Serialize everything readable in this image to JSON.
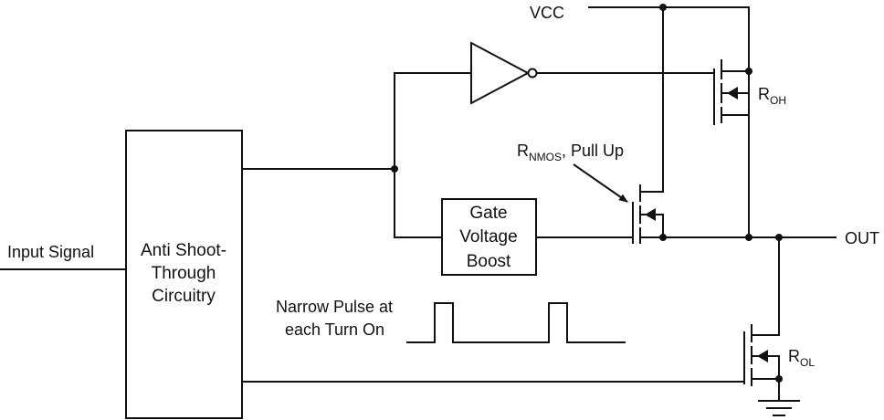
{
  "labels": {
    "vcc": "VCC",
    "out": "OUT",
    "input": "Input Signal",
    "pulse_line1": "Narrow Pulse at",
    "pulse_line2": "each Turn On",
    "r_nmos_main": "R",
    "r_nmos_sub": "NMOS",
    "r_nmos_rest": ", Pull Up",
    "r_oh_main": "R",
    "r_oh_sub": "OH",
    "r_ol_main": "R",
    "r_ol_sub": "OL"
  },
  "blocks": {
    "anti_shoot_through": [
      "Anti Shoot-",
      "Through",
      "Circuitry"
    ],
    "gate_voltage_boost": [
      "Gate",
      "Voltage",
      "Boost"
    ]
  },
  "components": [
    "inverter",
    "pmos-high-side-transistor",
    "nmos-pull-up-transistor",
    "nmos-low-side-transistor",
    "ground"
  ]
}
